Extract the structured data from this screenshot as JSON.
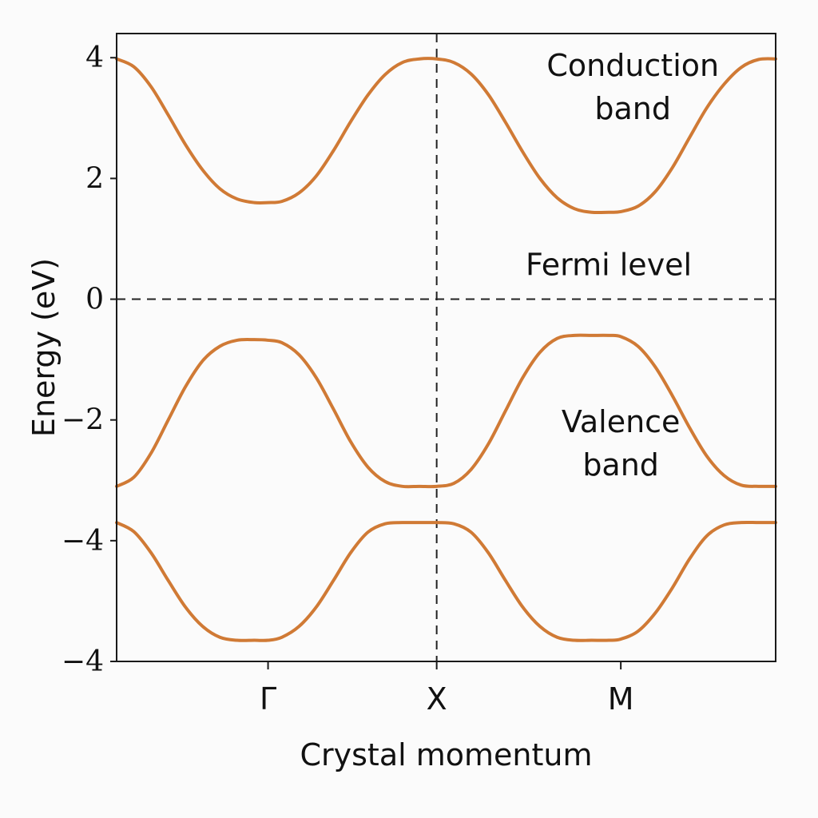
{
  "chart_data": {
    "type": "line",
    "title": "",
    "xlabel": "Crystal momentum",
    "ylabel": "Energy (eV)",
    "xlim": [
      0,
      3.83
    ],
    "ylim": [
      -6,
      4.4
    ],
    "grid": false,
    "legend": "none",
    "band_color": "#d07a35",
    "x_ticks": [
      {
        "label": "Γ",
        "x": 0.88
      },
      {
        "label": "X",
        "x": 1.86
      },
      {
        "label": "M",
        "x": 2.93
      }
    ],
    "y_ticks": [
      {
        "label": "4",
        "y": 4
      },
      {
        "label": "2",
        "y": 2
      },
      {
        "label": "0",
        "y": 0
      },
      {
        "label": "−2",
        "y": -2
      },
      {
        "label": "−4",
        "y": -4
      },
      {
        "label": "−4",
        "y": -6
      }
    ],
    "reference_lines": {
      "fermi_level": 0,
      "x_at_X": 1.86
    },
    "series": [
      {
        "x": [
          0.0,
          0.1,
          0.2,
          0.3,
          0.4,
          0.5,
          0.6,
          0.7,
          0.8,
          0.88,
          0.96,
          1.06,
          1.16,
          1.26,
          1.36,
          1.46,
          1.56,
          1.66,
          1.76,
          1.86,
          1.96,
          2.06,
          2.16,
          2.26,
          2.36,
          2.46,
          2.56,
          2.66,
          2.76,
          2.86,
          2.93,
          3.03,
          3.13,
          3.23,
          3.33,
          3.43,
          3.53,
          3.63,
          3.73,
          3.83
        ],
        "y": [
          3.98,
          3.85,
          3.52,
          3.05,
          2.56,
          2.14,
          1.83,
          1.66,
          1.6,
          1.6,
          1.62,
          1.76,
          2.04,
          2.46,
          2.94,
          3.38,
          3.72,
          3.92,
          3.98,
          3.98,
          3.92,
          3.73,
          3.39,
          2.93,
          2.44,
          2.0,
          1.68,
          1.5,
          1.44,
          1.44,
          1.45,
          1.54,
          1.78,
          2.18,
          2.68,
          3.17,
          3.56,
          3.84,
          3.97,
          3.98
        ]
      },
      {
        "x": [
          0.0,
          0.1,
          0.2,
          0.3,
          0.4,
          0.5,
          0.6,
          0.7,
          0.8,
          0.88,
          0.96,
          1.06,
          1.16,
          1.26,
          1.36,
          1.46,
          1.56,
          1.66,
          1.76,
          1.86,
          1.96,
          2.06,
          2.16,
          2.26,
          2.36,
          2.46,
          2.56,
          2.66,
          2.76,
          2.86,
          2.93,
          3.03,
          3.13,
          3.23,
          3.33,
          3.43,
          3.53,
          3.63,
          3.73,
          3.83
        ],
        "y": [
          -3.1,
          -2.95,
          -2.55,
          -2.0,
          -1.45,
          -1.02,
          -0.78,
          -0.68,
          -0.67,
          -0.68,
          -0.72,
          -0.92,
          -1.3,
          -1.82,
          -2.36,
          -2.78,
          -3.02,
          -3.1,
          -3.1,
          -3.1,
          -3.05,
          -2.82,
          -2.4,
          -1.85,
          -1.3,
          -0.88,
          -0.65,
          -0.6,
          -0.6,
          -0.6,
          -0.62,
          -0.78,
          -1.12,
          -1.6,
          -2.13,
          -2.6,
          -2.92,
          -3.08,
          -3.1,
          -3.1
        ]
      },
      {
        "x": [
          0.0,
          0.1,
          0.2,
          0.3,
          0.4,
          0.5,
          0.6,
          0.7,
          0.8,
          0.88,
          0.96,
          1.06,
          1.16,
          1.26,
          1.36,
          1.46,
          1.56,
          1.66,
          1.76,
          1.86,
          1.96,
          2.06,
          2.16,
          2.26,
          2.36,
          2.46,
          2.56,
          2.66,
          2.76,
          2.86,
          2.93,
          3.03,
          3.13,
          3.23,
          3.33,
          3.43,
          3.53,
          3.63,
          3.73,
          3.83
        ],
        "y": [
          -3.7,
          -3.85,
          -4.2,
          -4.66,
          -5.1,
          -5.42,
          -5.6,
          -5.65,
          -5.65,
          -5.65,
          -5.6,
          -5.42,
          -5.1,
          -4.66,
          -4.2,
          -3.86,
          -3.72,
          -3.7,
          -3.7,
          -3.7,
          -3.72,
          -3.86,
          -4.2,
          -4.66,
          -5.1,
          -5.42,
          -5.6,
          -5.65,
          -5.65,
          -5.65,
          -5.63,
          -5.5,
          -5.2,
          -4.78,
          -4.3,
          -3.92,
          -3.74,
          -3.7,
          -3.7,
          -3.7
        ]
      }
    ],
    "annotations": [
      {
        "lines": [
          "Conduction",
          "band"
        ],
        "x": 3.0,
        "y": 3.7
      },
      {
        "lines": [
          "Fermi level"
        ],
        "x": 2.86,
        "y": 0.4
      },
      {
        "lines": [
          "Valence",
          "band"
        ],
        "x": 2.93,
        "y": -2.2
      }
    ]
  }
}
